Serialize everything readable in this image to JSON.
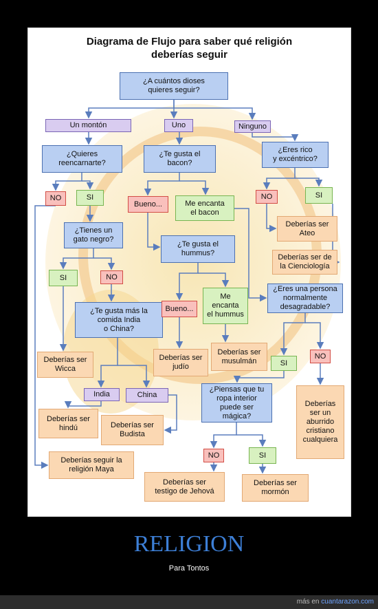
{
  "title_line1": "Diagrama de Flujo para saber qué religión",
  "title_line2": "deberías seguir",
  "nodes": {
    "q_gods": "¿A cuántos dioses\nquieres seguir?",
    "a_many": "Un montón",
    "a_one": "Uno",
    "a_none": "Ninguno",
    "q_reincarnate": "¿Quieres\nreencarnarte?",
    "q_bacon": "¿Te gusta el\nbacon?",
    "q_rich": "¿Eres rico\ny excéntrico?",
    "r1_no": "NO",
    "r1_si": "SI",
    "b_bueno": "Bueno...",
    "b_love": "Me encanta\nel bacon",
    "rich_no": "NO",
    "rich_si": "SI",
    "res_ateo": "Deberías ser\nAteo",
    "res_ciencio": "Deberías ser de\nla Cienciología",
    "q_cat": "¿Tienes un\ngato negro?",
    "q_hummus": "¿Te gusta el\nhummus?",
    "cat_si": "SI",
    "cat_no": "NO",
    "q_unpleasant": "¿Eres una persona\nnormalmente\ndesagradable?",
    "q_indiachina": "¿Te gusta más la\ncomida India\no China?",
    "h_bueno": "Bueno...",
    "h_love": "Me\nencanta\nel hummus",
    "res_wicca": "Deberías ser\nWicca",
    "res_judio": "Deberías ser\njudío",
    "res_musulman": "Deberías ser\nmusulmán",
    "u_si": "SI",
    "u_no": "NO",
    "c_india": "India",
    "c_china": "China",
    "q_underwear": "¿Piensas que tu\nropa interior\npuede ser\nmágica?",
    "res_cristiano": "Deberías\nser un\naburrido\ncristiano\ncualquiera",
    "res_hindu": "Deberías ser\nhindú",
    "res_budista": "Deberías ser\nBudista",
    "uw_no": "NO",
    "uw_si": "SI",
    "res_maya": "Deberías seguir la\nreligión Maya",
    "res_jehova": "Deberías ser\ntestigo de Jehová",
    "res_mormon": "Deberías ser\nmormón"
  },
  "caption": "RELIGION",
  "subcaption": "Para Tontos",
  "footer_prefix": "más en",
  "footer_link": "cuantarazon.com",
  "colors": {
    "question_blue": "#b9cff2",
    "answer_purple": "#d9ccf0",
    "result_peach": "#fbd8b3",
    "no_red": "#f9c0bc",
    "yes_green": "#d8f1c0",
    "caption_blue": "#3d7fd6"
  }
}
